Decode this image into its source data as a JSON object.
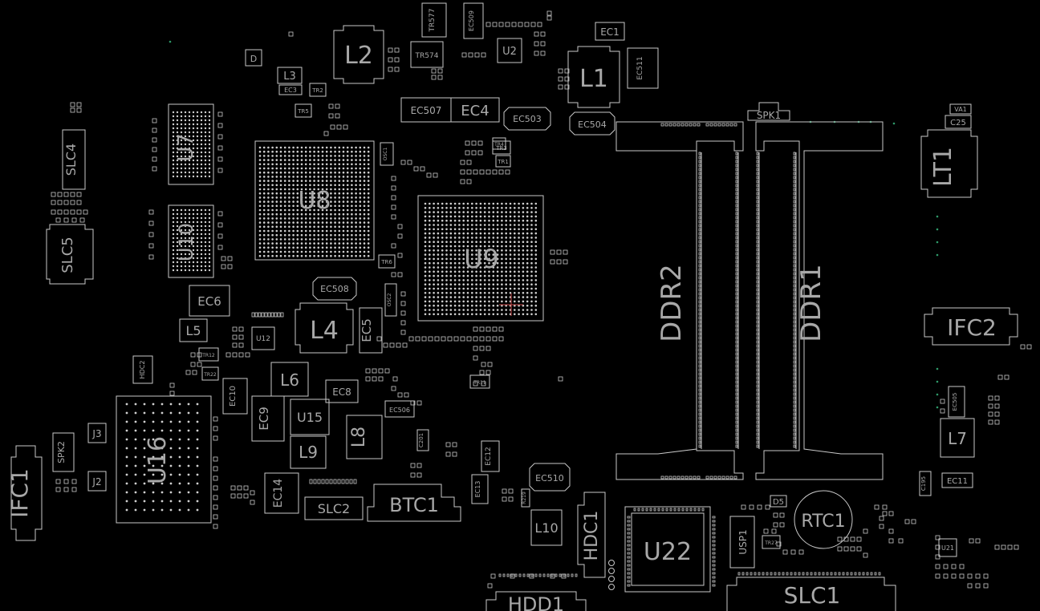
{
  "colors": {
    "background": "#000000",
    "outline": "#c8c8c8",
    "label": "#a8a8a8",
    "pad": "#d0d0d0",
    "via": "#2e9a6a",
    "marker": "#c84646"
  },
  "components": [
    {
      "id": "ddr2",
      "label": "DDR2",
      "kind": "ddr-slot"
    },
    {
      "id": "ddr1",
      "label": "DDR1",
      "kind": "ddr-slot"
    },
    {
      "id": "u8",
      "label": "U8",
      "kind": "bga"
    },
    {
      "id": "u9",
      "label": "U9",
      "kind": "bga"
    },
    {
      "id": "u7",
      "label": "U7",
      "kind": "memory-ic"
    },
    {
      "id": "u10",
      "label": "U10",
      "kind": "memory-ic"
    },
    {
      "id": "u16",
      "label": "U16",
      "kind": "ic"
    },
    {
      "id": "u22",
      "label": "U22",
      "kind": "ic"
    },
    {
      "id": "u15",
      "label": "U15",
      "kind": "ic"
    },
    {
      "id": "u12",
      "label": "U12",
      "kind": "ic"
    },
    {
      "id": "u2",
      "label": "U2",
      "kind": "ic"
    },
    {
      "id": "u21",
      "label": "U21",
      "kind": "ic"
    },
    {
      "id": "l1",
      "label": "L1",
      "kind": "inductor"
    },
    {
      "id": "l2",
      "label": "L2",
      "kind": "inductor"
    },
    {
      "id": "l3",
      "label": "L3",
      "kind": "inductor"
    },
    {
      "id": "l4",
      "label": "L4",
      "kind": "inductor"
    },
    {
      "id": "l5",
      "label": "L5",
      "kind": "inductor"
    },
    {
      "id": "l6",
      "label": "L6",
      "kind": "inductor"
    },
    {
      "id": "l7",
      "label": "L7",
      "kind": "inductor"
    },
    {
      "id": "l8",
      "label": "L8",
      "kind": "inductor"
    },
    {
      "id": "l9",
      "label": "L9",
      "kind": "inductor"
    },
    {
      "id": "l10",
      "label": "L10",
      "kind": "inductor"
    },
    {
      "id": "lt1",
      "label": "LT1",
      "kind": "connector"
    },
    {
      "id": "ifc1",
      "label": "IFC1",
      "kind": "connector"
    },
    {
      "id": "ifc2",
      "label": "IFC2",
      "kind": "connector"
    },
    {
      "id": "slc1",
      "label": "SLC1",
      "kind": "connector"
    },
    {
      "id": "slc2",
      "label": "SLC2",
      "kind": "connector"
    },
    {
      "id": "slc4",
      "label": "SLC4",
      "kind": "connector"
    },
    {
      "id": "slc5",
      "label": "SLC5",
      "kind": "connector"
    },
    {
      "id": "btc1",
      "label": "BTC1",
      "kind": "connector"
    },
    {
      "id": "hdc1",
      "label": "HDC1",
      "kind": "connector"
    },
    {
      "id": "hdc2",
      "label": "HDC2",
      "kind": "connector"
    },
    {
      "id": "hdd1",
      "label": "HDD1",
      "kind": "connector"
    },
    {
      "id": "usp1",
      "label": "USP1",
      "kind": "connector"
    },
    {
      "id": "rtc1",
      "label": "RTC1",
      "kind": "battery"
    },
    {
      "id": "spk1",
      "label": "SPK1",
      "kind": "connector"
    },
    {
      "id": "spk2",
      "label": "SPK2",
      "kind": "connector"
    },
    {
      "id": "j2",
      "label": "J2",
      "kind": "jumper"
    },
    {
      "id": "j3",
      "label": "J3",
      "kind": "jumper"
    },
    {
      "id": "d5",
      "label": "D5",
      "kind": "diode"
    },
    {
      "id": "ec1",
      "label": "EC1",
      "kind": "capacitor"
    },
    {
      "id": "ec3",
      "label": "EC3",
      "kind": "capacitor"
    },
    {
      "id": "ec4",
      "label": "EC4",
      "kind": "capacitor"
    },
    {
      "id": "ec5",
      "label": "EC5",
      "kind": "capacitor"
    },
    {
      "id": "ec6",
      "label": "EC6",
      "kind": "capacitor"
    },
    {
      "id": "ec8",
      "label": "EC8",
      "kind": "capacitor"
    },
    {
      "id": "ec9",
      "label": "EC9",
      "kind": "capacitor"
    },
    {
      "id": "ec10",
      "label": "EC10",
      "kind": "capacitor"
    },
    {
      "id": "ec11",
      "label": "EC11",
      "kind": "capacitor"
    },
    {
      "id": "ec12",
      "label": "EC12",
      "kind": "capacitor"
    },
    {
      "id": "ec13",
      "label": "EC13",
      "kind": "capacitor"
    },
    {
      "id": "ec14",
      "label": "EC14",
      "kind": "capacitor"
    },
    {
      "id": "ec503",
      "label": "EC503",
      "kind": "capacitor"
    },
    {
      "id": "ec504",
      "label": "EC504",
      "kind": "capacitor"
    },
    {
      "id": "ec505",
      "label": "EC505",
      "kind": "capacitor"
    },
    {
      "id": "ec506",
      "label": "EC506",
      "kind": "capacitor"
    },
    {
      "id": "ec507",
      "label": "EC507",
      "kind": "capacitor"
    },
    {
      "id": "ec508",
      "label": "EC508",
      "kind": "capacitor"
    },
    {
      "id": "ec509",
      "label": "EC509",
      "kind": "capacitor"
    },
    {
      "id": "ec510",
      "label": "EC510",
      "kind": "capacitor"
    },
    {
      "id": "ec511",
      "label": "EC511",
      "kind": "capacitor"
    },
    {
      "id": "c25",
      "label": "C25",
      "kind": "capacitor"
    },
    {
      "id": "c201",
      "label": "C201",
      "kind": "capacitor"
    },
    {
      "id": "c195",
      "label": "C195",
      "kind": "capacitor"
    },
    {
      "id": "r219",
      "label": "R219",
      "kind": "resistor"
    },
    {
      "id": "va1",
      "label": "VA1",
      "kind": "varistor"
    },
    {
      "id": "osc1",
      "label": "OSC1",
      "kind": "oscillator"
    },
    {
      "id": "osc2",
      "label": "OSC2",
      "kind": "oscillator"
    },
    {
      "id": "tr1",
      "label": "TR1",
      "kind": "transistor"
    },
    {
      "id": "tr2",
      "label": "TR2",
      "kind": "transistor"
    },
    {
      "id": "tr3",
      "label": "TR3",
      "kind": "transistor"
    },
    {
      "id": "tr4",
      "label": "TR4",
      "kind": "transistor"
    },
    {
      "id": "tr5",
      "label": "TR5",
      "kind": "transistor"
    },
    {
      "id": "tr6",
      "label": "TR6",
      "kind": "transistor"
    },
    {
      "id": "tr11",
      "label": "TR11",
      "kind": "transistor"
    },
    {
      "id": "tr12",
      "label": "TR12",
      "kind": "transistor"
    },
    {
      "id": "tr22",
      "label": "TR22",
      "kind": "transistor"
    },
    {
      "id": "tr27",
      "label": "TR27",
      "kind": "transistor"
    },
    {
      "id": "tr574",
      "label": "TR574",
      "kind": "transistor"
    },
    {
      "id": "tr577",
      "label": "TR577",
      "kind": "transistor"
    },
    {
      "id": "d",
      "label": "D",
      "kind": "diode"
    }
  ]
}
